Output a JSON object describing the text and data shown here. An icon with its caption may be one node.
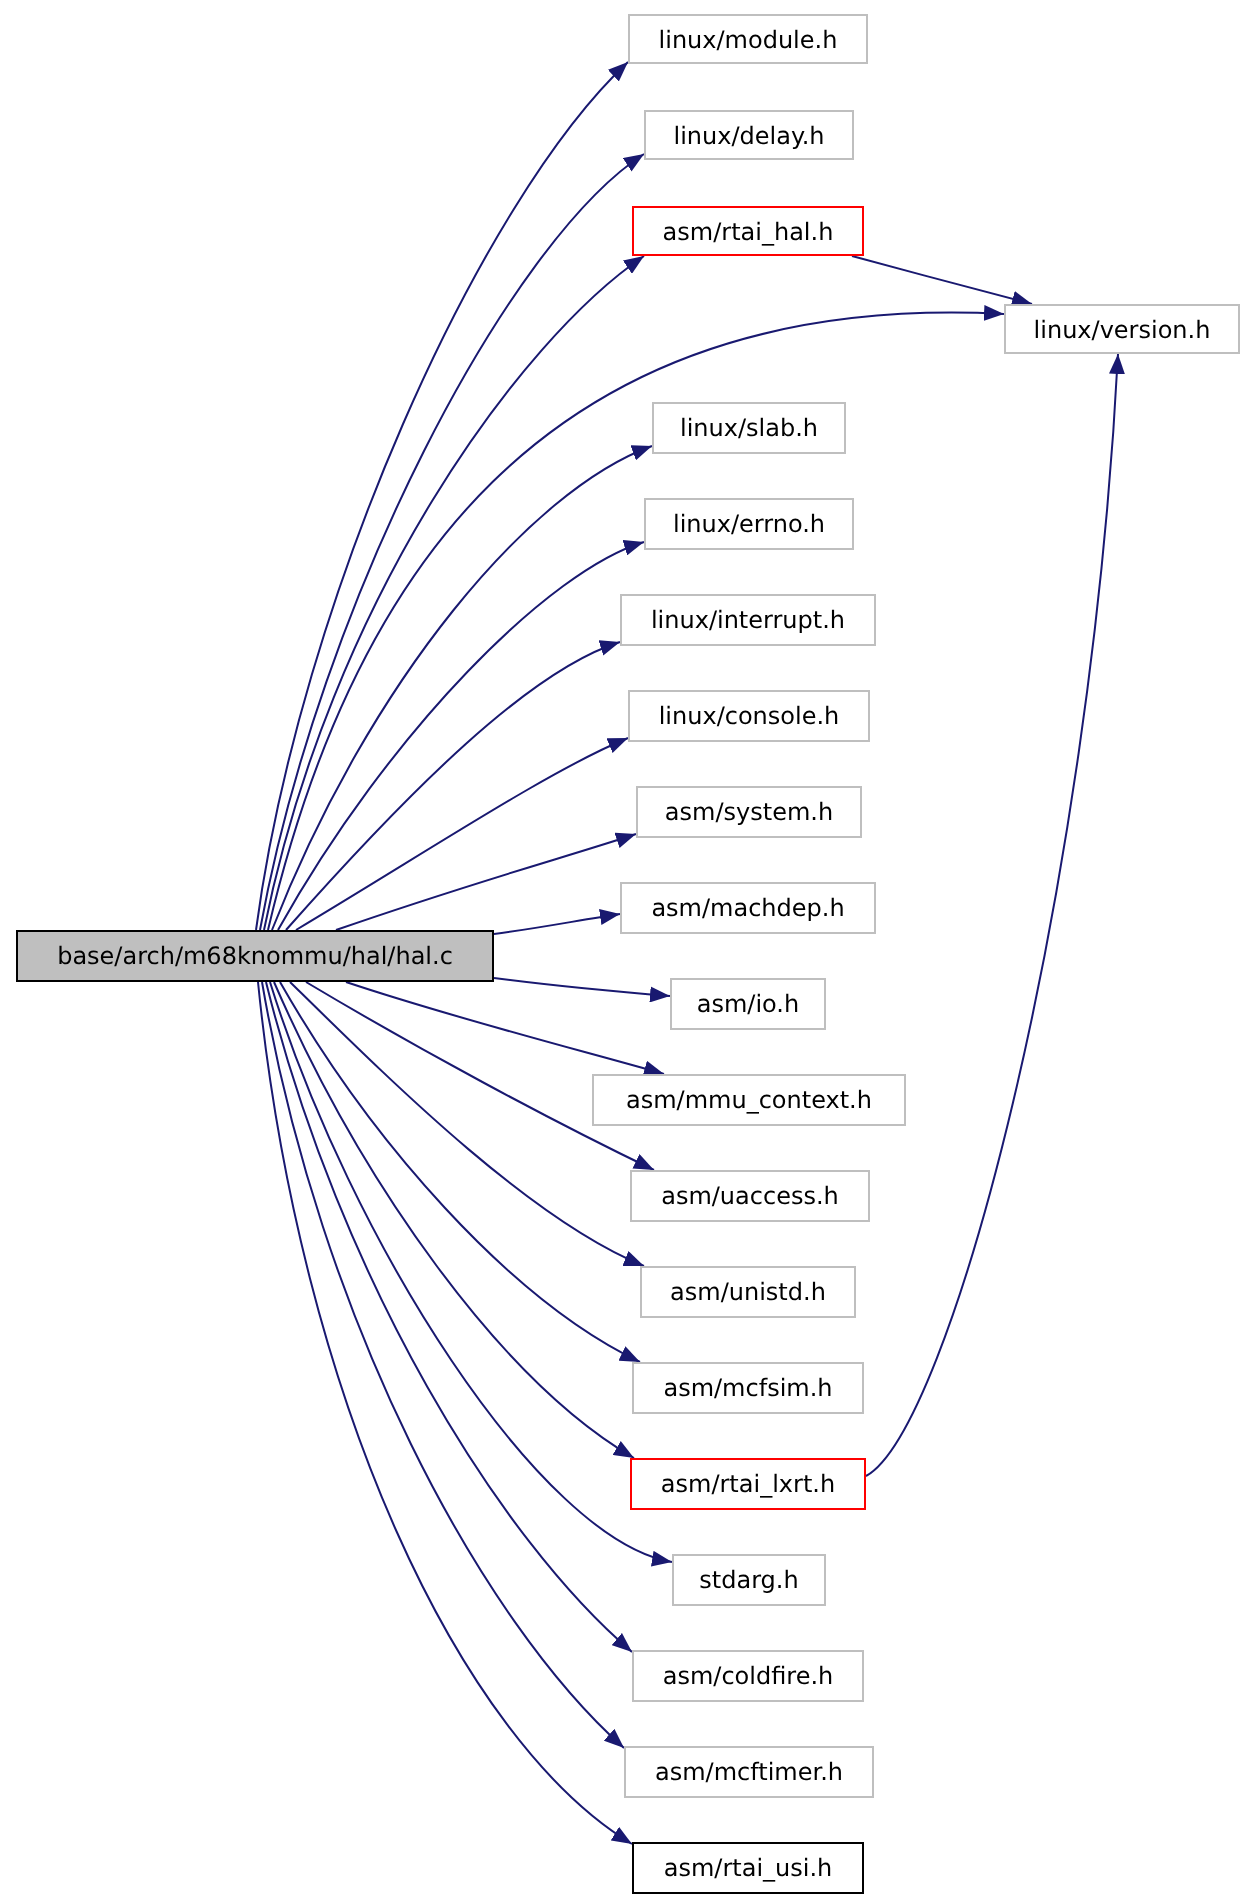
{
  "diagram": {
    "nodes": [
      {
        "text": [
          "base/arch/m68knommu/hal/hal.c"
        ]
      },
      {
        "text": [
          "linux/module.h"
        ]
      },
      {
        "text": [
          "linux/delay.h"
        ]
      },
      {
        "text": [
          "asm/rtai_hal.h"
        ]
      },
      {
        "text": [
          "linux/version.h"
        ]
      },
      {
        "text": [
          "linux/slab.h"
        ]
      },
      {
        "text": [
          "linux/errno.h"
        ]
      },
      {
        "text": [
          "linux/interrupt.h"
        ]
      },
      {
        "text": [
          "linux/console.h"
        ]
      },
      {
        "text": [
          "asm/system.h"
        ]
      },
      {
        "text": [
          "asm/machdep.h"
        ]
      },
      {
        "text": [
          "asm/io.h"
        ]
      },
      {
        "text": [
          "asm/mmu_context.h"
        ]
      },
      {
        "text": [
          "asm/uaccess.h"
        ]
      },
      {
        "text": [
          "asm/unistd.h"
        ]
      },
      {
        "text": [
          "asm/mcfsim.h"
        ]
      },
      {
        "text": [
          "asm/rtai_lxrt.h"
        ]
      },
      {
        "text": [
          "stdarg.h"
        ]
      },
      {
        "text": [
          "asm/coldfire.h"
        ]
      },
      {
        "text": [
          "asm/mcftimer.h"
        ]
      },
      {
        "text": [
          "asm/rtai_usi.h"
        ]
      }
    ],
    "edges": [
      {
        "from": 0,
        "to": 1,
        "arrow": "to"
      },
      {
        "from": 0,
        "to": 2,
        "arrow": "to"
      },
      {
        "from": 0,
        "to": 3,
        "arrow": "to"
      },
      {
        "from": 0,
        "to": 4,
        "arrow": "to"
      },
      {
        "from": 0,
        "to": 5,
        "arrow": "to"
      },
      {
        "from": 0,
        "to": 6,
        "arrow": "to"
      },
      {
        "from": 0,
        "to": 7,
        "arrow": "to"
      },
      {
        "from": 0,
        "to": 8,
        "arrow": "to"
      },
      {
        "from": 0,
        "to": 9,
        "arrow": "to"
      },
      {
        "from": 0,
        "to": 10,
        "arrow": "to"
      },
      {
        "from": 0,
        "to": 11,
        "arrow": "to"
      },
      {
        "from": 0,
        "to": 12,
        "arrow": "to"
      },
      {
        "from": 0,
        "to": 13,
        "arrow": "to"
      },
      {
        "from": 0,
        "to": 14,
        "arrow": "to"
      },
      {
        "from": 0,
        "to": 15,
        "arrow": "to"
      },
      {
        "from": 0,
        "to": 16,
        "arrow": "to"
      },
      {
        "from": 0,
        "to": 17,
        "arrow": "to"
      },
      {
        "from": 0,
        "to": 18,
        "arrow": "to"
      },
      {
        "from": 0,
        "to": 19,
        "arrow": "to"
      },
      {
        "from": 0,
        "to": 20,
        "arrow": "to"
      },
      {
        "from": 3,
        "to": 4,
        "arrow": "to"
      },
      {
        "from": 16,
        "to": 4,
        "arrow": "to"
      }
    ]
  }
}
